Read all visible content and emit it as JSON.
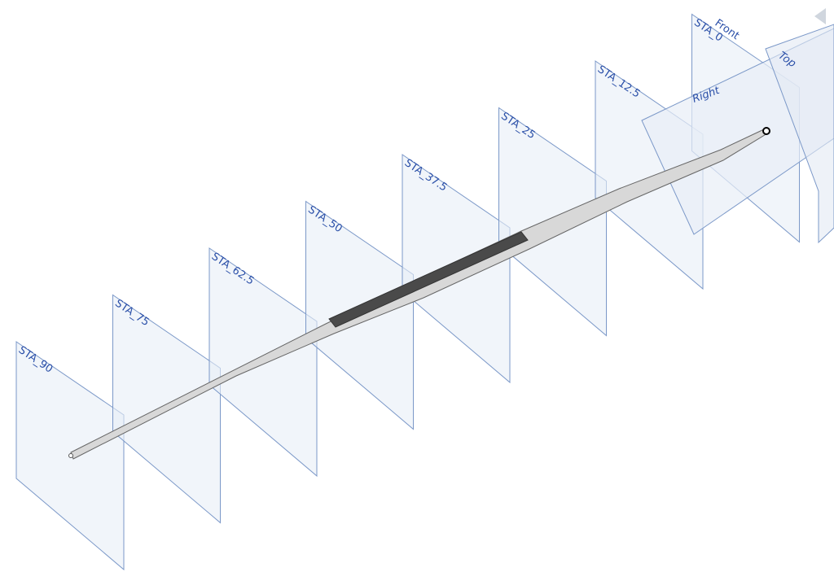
{
  "planes": [
    {
      "label": "STA_90"
    },
    {
      "label": "STA_75"
    },
    {
      "label": "STA_62.5"
    },
    {
      "label": "STA_50"
    },
    {
      "label": "STA_37.5"
    },
    {
      "label": "STA_25"
    },
    {
      "label": "STA_12.5"
    },
    {
      "label": "STA_0"
    }
  ],
  "default_planes": {
    "front": "Front",
    "right": "Right",
    "top": "Top"
  },
  "colors": {
    "plane_fill": "#e8eef6",
    "plane_edge": "#7b98c8",
    "label": "#2a4fa8",
    "body": "#d9d9d9",
    "slot": "#555555"
  }
}
